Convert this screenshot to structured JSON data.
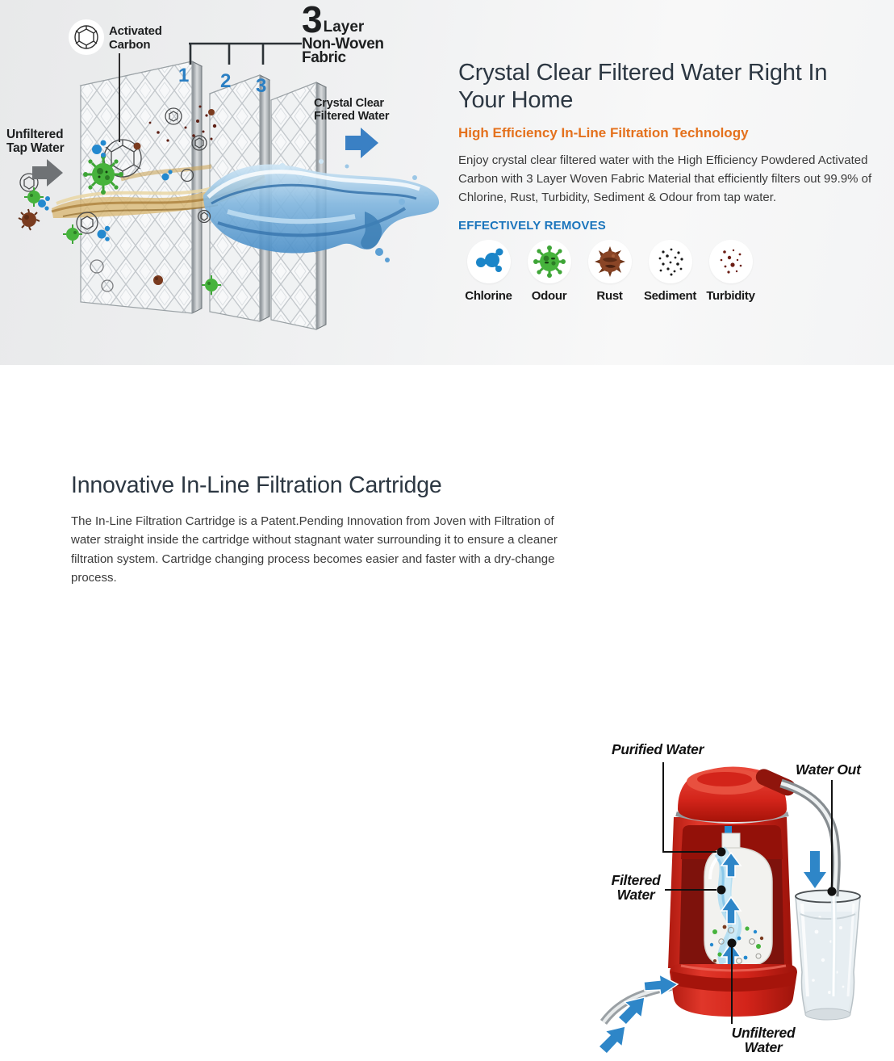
{
  "theme": {
    "accent_orange": "#e4711d",
    "accent_blue": "#1b75bc",
    "heading_color": "#2c3742",
    "dispenser_red": "#d3241a"
  },
  "top": {
    "heading": "Crystal Clear Filtered Water Right In Your Home",
    "subheading": "High Efficiency In-Line Filtration Technology",
    "paragraph": "Enjoy crystal clear filtered water with the High Efficiency Powdered Activated Carbon with 3 Layer Woven Fabric Material that efficiently filters out 99.9% of Chlorine, Rust, Turbidity, Sediment & Odour from tap water.",
    "removes_title": "EFFECTIVELY REMOVES",
    "removes": [
      {
        "label": "Chlorine",
        "icon": "chlorine-molecule-icon"
      },
      {
        "label": "Odour",
        "icon": "odour-germ-icon"
      },
      {
        "label": "Rust",
        "icon": "rust-particle-icon"
      },
      {
        "label": "Sediment",
        "icon": "sediment-dots-icon"
      },
      {
        "label": "Turbidity",
        "icon": "turbidity-dots-icon"
      }
    ],
    "diagram": {
      "activated_carbon_label": "Activated Carbon",
      "layer_number": "3",
      "layer_word": "Layer",
      "layer_sub": "Non-Woven Fabric",
      "unfiltered_label": "Unfiltered Tap Water",
      "filtered_label": "Crystal Clear Filtered Water",
      "panel_numbers": [
        "1",
        "2",
        "3"
      ]
    }
  },
  "bottom": {
    "heading": "Innovative In-Line Filtration Cartridge",
    "paragraph": "The In-Line Filtration Cartridge is a Patent.Pending Innovation from Joven with Filtration of water straight inside the cartridge without stagnant water surrounding it to ensure a cleaner filtration system. Cartridge changing process becomes easier and faster with a dry-change process.",
    "diagram": {
      "purified_label": "Purified Water",
      "water_out_label": "Water Out",
      "filtered_label": "Filtered Water",
      "unfiltered_label": "Unfiltered Water"
    }
  }
}
